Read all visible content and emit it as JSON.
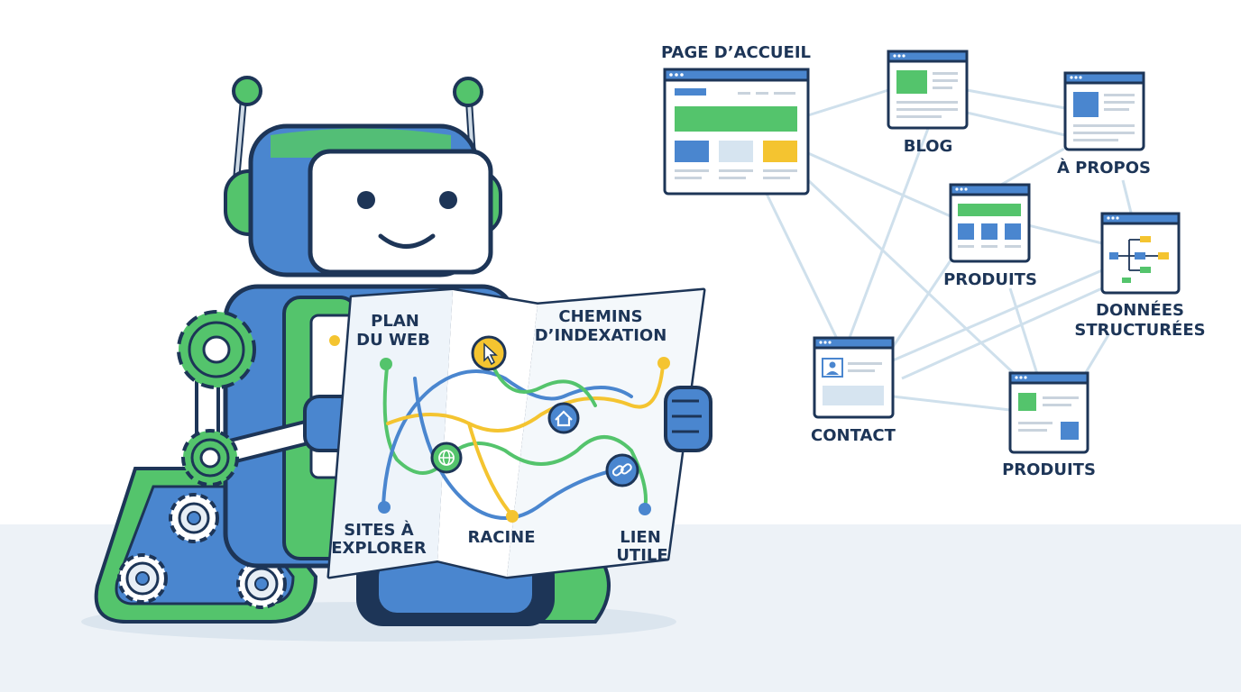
{
  "colors": {
    "navy": "#1d3557",
    "blue": "#4a86cf",
    "green": "#54c46c",
    "yellow": "#f4c430",
    "link_line": "#cfe0ec",
    "floor": "#e9f0f6"
  },
  "map": {
    "title_left_1": "PLAN",
    "title_left_2": "DU WEB",
    "title_right_1": "CHEMINS",
    "title_right_2": "D’INDEXATION",
    "bottom_left_1": "SITES À",
    "bottom_left_2": "EXPLORER",
    "bottom_center": "RACINE",
    "bottom_right_1": "LIEN",
    "bottom_right_2": "UTILE"
  },
  "sitemap": {
    "home": "PAGE D’ACCUEIL",
    "blog": "BLOG",
    "about": "À PROPOS",
    "products_1": "PRODUITS",
    "structured_1": "DONNÉES",
    "structured_2": "STRUCTURÉES",
    "contact": "CONTACT",
    "products_2": "PRODUITS"
  },
  "icons": [
    "cursor-icon",
    "home-icon",
    "globe-icon",
    "link-icon",
    "gear-icon",
    "profile-icon",
    "tree-icon"
  ]
}
